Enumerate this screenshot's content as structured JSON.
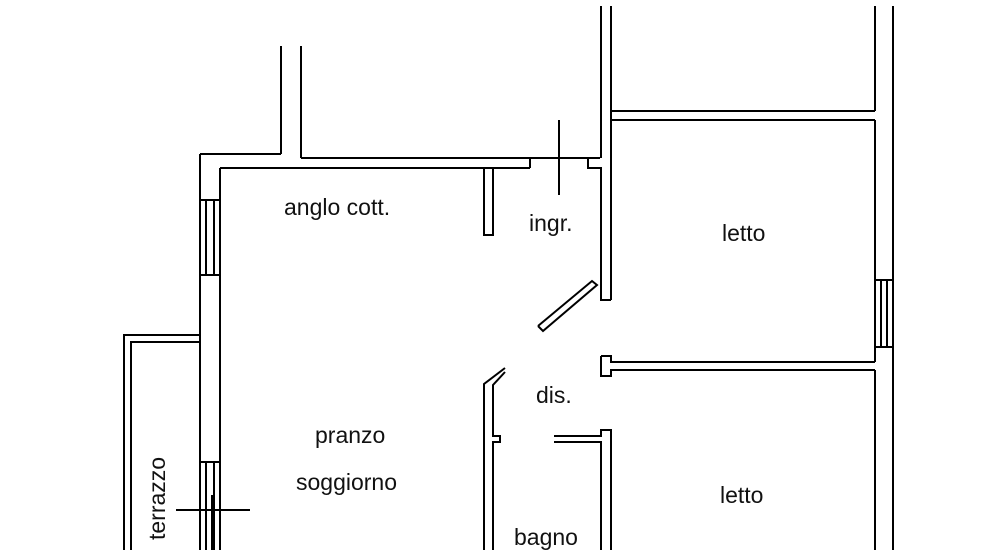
{
  "rooms": {
    "kitchen": "anglo cott.",
    "entrance": "ingr.",
    "bedroom_top": "letto",
    "hallway": "dis.",
    "living": "pranzo",
    "living_2": "soggiorno",
    "bedroom_bottom": "letto",
    "bathroom": "bagno",
    "terrace": "terrazzo"
  },
  "colors": {
    "wall": "#000000",
    "background": "#ffffff"
  }
}
